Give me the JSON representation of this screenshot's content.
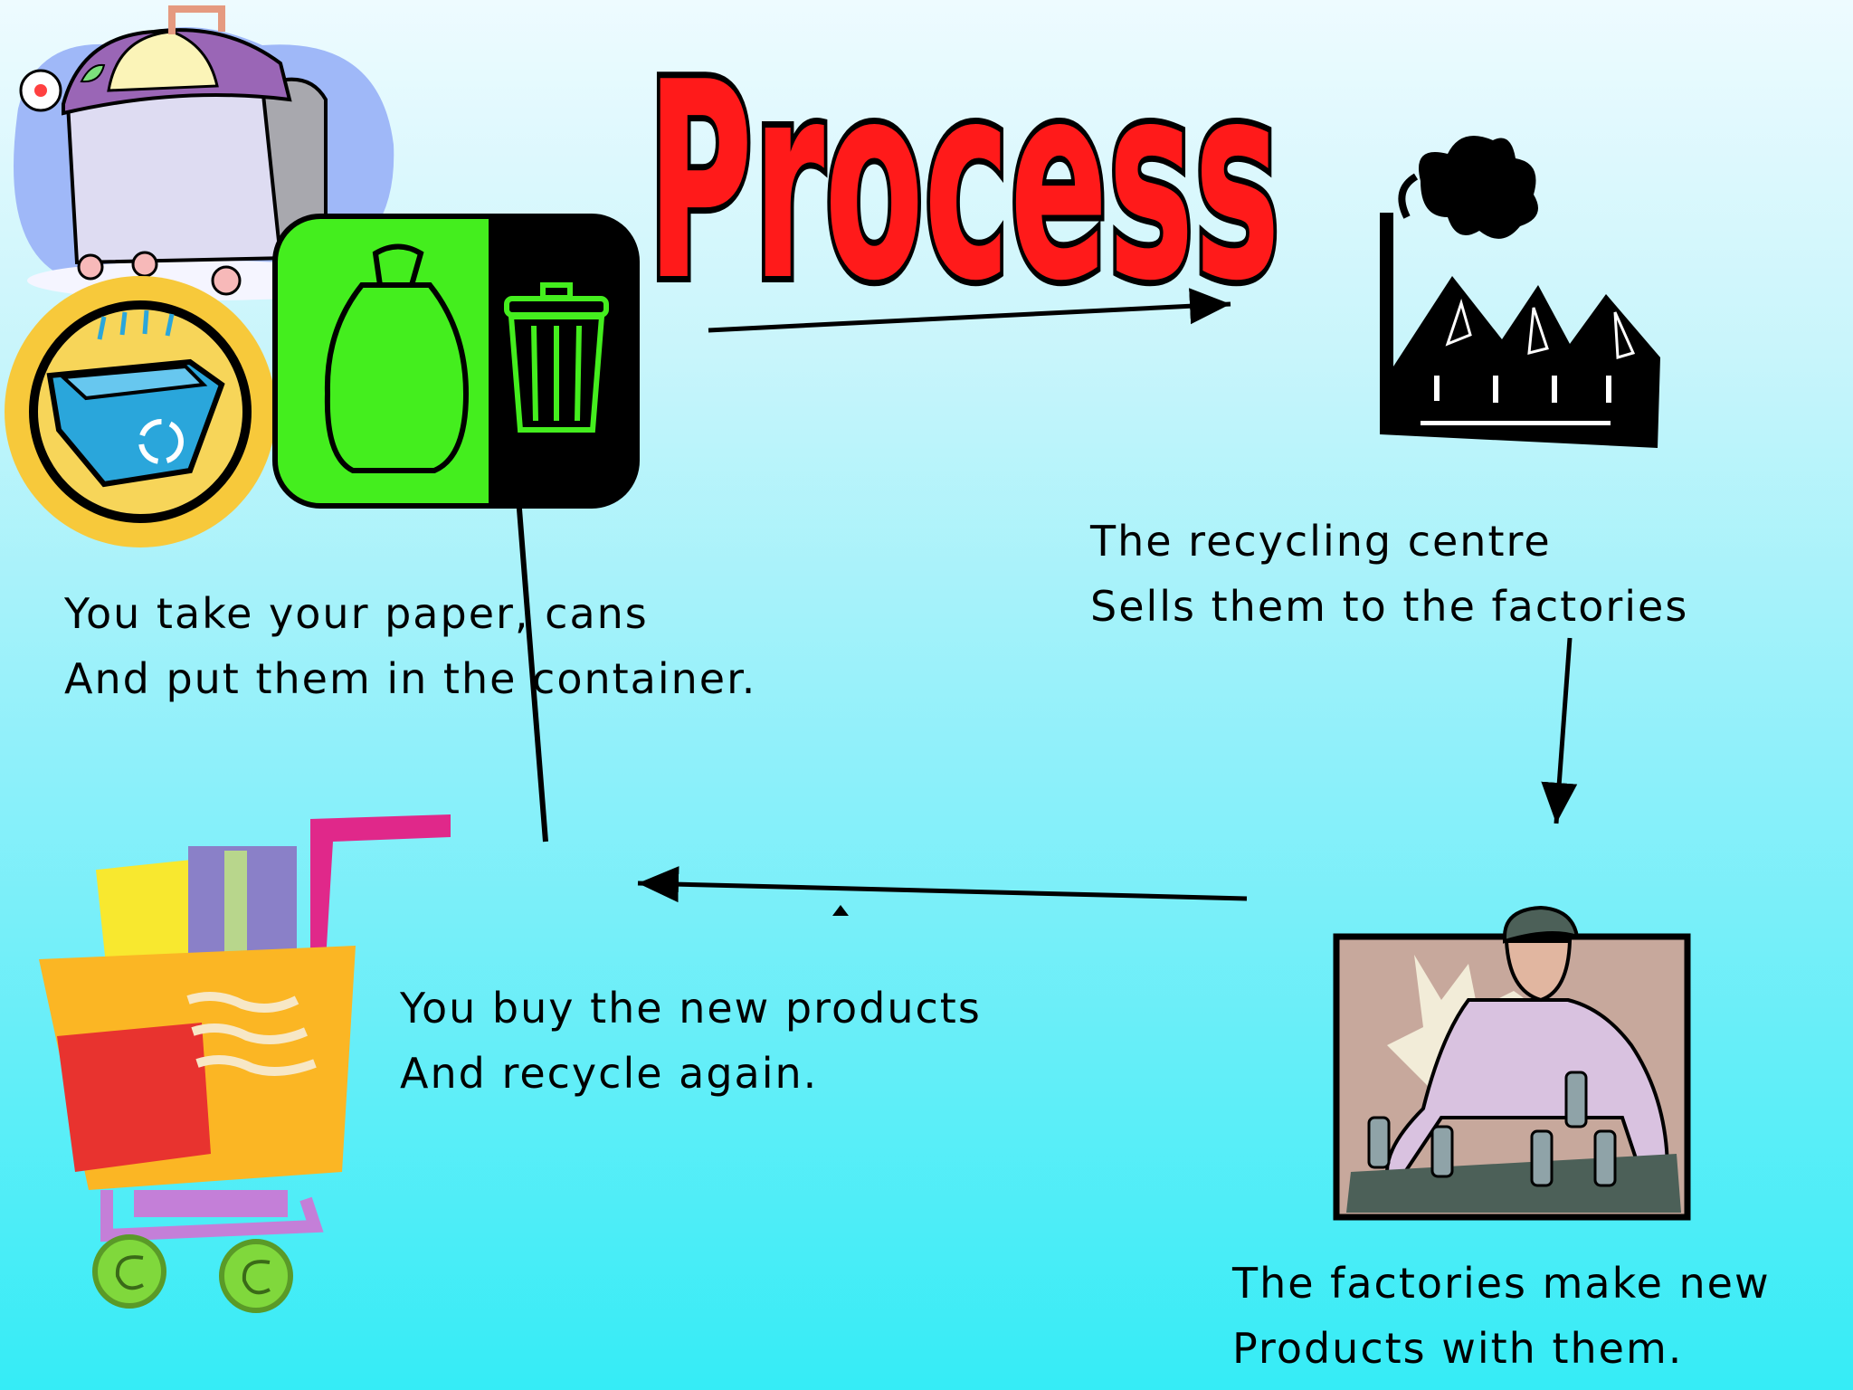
{
  "title": "Process",
  "steps": [
    {
      "id": "container",
      "lines": [
        "You take your paper, cans",
        "And put them in the container."
      ]
    },
    {
      "id": "centre",
      "lines": [
        "The recycling centre",
        "Sells them to the factories"
      ]
    },
    {
      "id": "factory",
      "lines": [
        "The factories make new",
        "Products with them."
      ]
    },
    {
      "id": "buy",
      "lines": [
        "You buy the new products",
        "And recycle again."
      ]
    }
  ],
  "colors": {
    "title_fill": "#ff1a1a",
    "title_outline": "#000000",
    "bin_green": "#44ee1e",
    "badge_gold": "#f7c93b",
    "crate_blue": "#2aa6db",
    "arrow": "#000000"
  },
  "icons": [
    "dumpster-icon",
    "recycling-bin-icon",
    "garbage-bag-icon",
    "trash-can-icon",
    "factory-icon",
    "worker-icon",
    "shopping-cart-icon"
  ]
}
